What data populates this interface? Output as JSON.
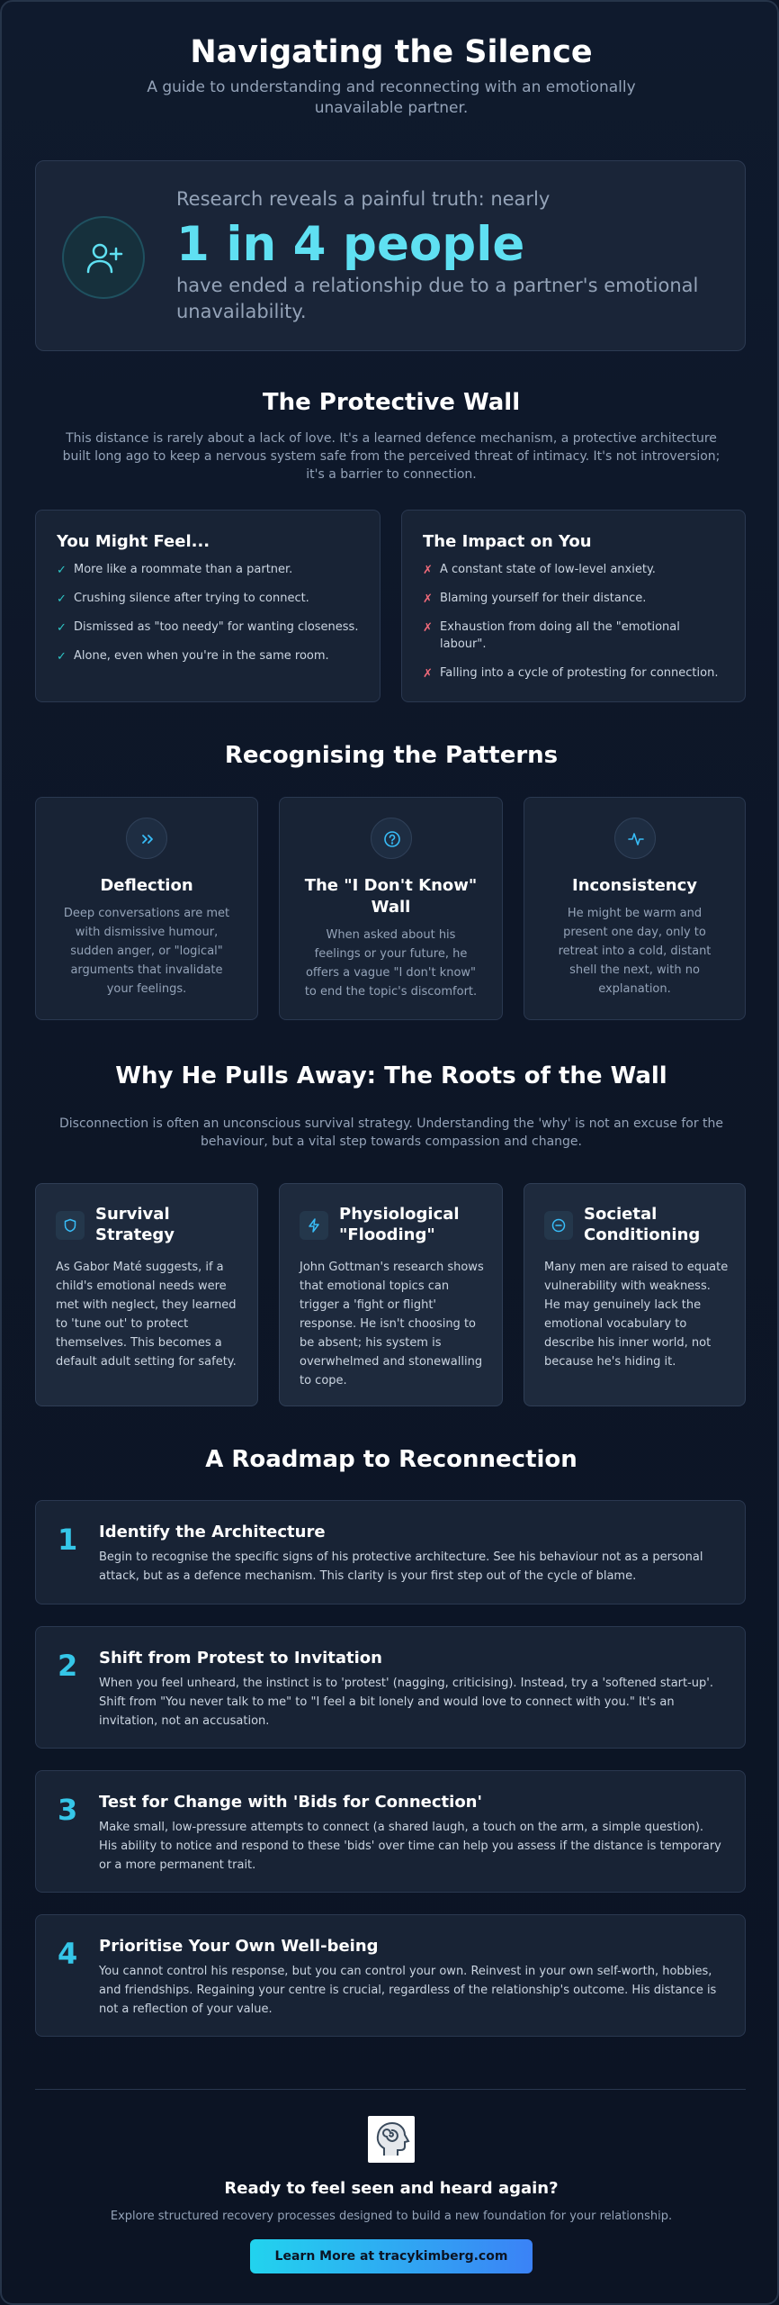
{
  "header": {
    "title": "Navigating the Silence",
    "subtitle": "A guide to understanding and reconnecting with an emotionally unavailable partner."
  },
  "stat": {
    "icon": "add-user-icon",
    "pre_text": "Research reveals a painful truth: nearly",
    "highlight": "1 in 4 people",
    "post_text": "have ended a relationship due to a partner's emotional unavailability."
  },
  "wall": {
    "title": "The Protective Wall",
    "description": "This distance is rarely about a lack of love. It's a learned defence mechanism, a protective architecture built long ago to keep a nervous system safe from the perceived threat of intimacy. It's not introversion; it's a barrier to connection.",
    "feel": {
      "title": "You Might Feel...",
      "items": [
        "More like a roommate than a partner.",
        "Crushing silence after trying to connect.",
        "Dismissed as \"too needy\" for wanting closeness.",
        "Alone, even when you're in the same room."
      ]
    },
    "impact": {
      "title": "The Impact on You",
      "items": [
        "A constant state of low-level anxiety.",
        "Blaming yourself for their distance.",
        "Exhaustion from doing all the \"emotional labour\".",
        "Falling into a cycle of protesting for connection."
      ]
    }
  },
  "patterns": {
    "title": "Recognising the Patterns",
    "items": [
      {
        "icon": "chevrons-right-icon",
        "title": "Deflection",
        "text": "Deep conversations are met with dismissive humour, sudden anger, or \"logical\" arguments that invalidate your feelings."
      },
      {
        "icon": "question-circle-icon",
        "title": "The \"I Don't Know\" Wall",
        "text": "When asked about his feelings or your future, he offers a vague \"I don't know\" to end the topic's discomfort."
      },
      {
        "icon": "activity-icon",
        "title": "Inconsistency",
        "text": "He might be warm and present one day, only to retreat into a cold, distant shell the next, with no explanation."
      }
    ]
  },
  "roots": {
    "title": "Why He Pulls Away: The Roots of the Wall",
    "description": "Disconnection is often an unconscious survival strategy. Understanding the 'why' is not an excuse for the behaviour, but a vital step towards compassion and change.",
    "items": [
      {
        "icon": "shield-icon",
        "title": "Survival Strategy",
        "text": "As Gabor Maté suggests, if a child's emotional needs were met with neglect, they learned to 'tune out' to protect themselves. This becomes a default adult setting for safety."
      },
      {
        "icon": "lightning-icon",
        "title": "Physiological \"Flooding\"",
        "text": "John Gottman's research shows that emotional topics can trigger a 'fight or flight' response. He isn't choosing to be absent; his system is overwhelmed and stonewalling to cope."
      },
      {
        "icon": "minus-circle-icon",
        "title": "Societal Conditioning",
        "text": "Many men are raised to equate vulnerability with weakness. He may genuinely lack the emotional vocabulary to describe his inner world, not because he's hiding it."
      }
    ]
  },
  "roadmap": {
    "title": "A Roadmap to Reconnection",
    "steps": [
      {
        "number": "1",
        "title": "Identify the Architecture",
        "text": "Begin to recognise the specific signs of his protective architecture. See his behaviour not as a personal attack, but as a defence mechanism. This clarity is your first step out of the cycle of blame."
      },
      {
        "number": "2",
        "title": "Shift from Protest to Invitation",
        "text": "When you feel unheard, the instinct is to 'protest' (nagging, criticising). Instead, try a 'softened start-up'. Shift from \"You never talk to me\" to \"I feel a bit lonely and would love to connect with you.\" It's an invitation, not an accusation."
      },
      {
        "number": "3",
        "title": "Test for Change with 'Bids for Connection'",
        "text": "Make small, low-pressure attempts to connect (a shared laugh, a touch on the arm, a simple question). His ability to notice and respond to these 'bids' over time can help you assess if the distance is temporary or a more permanent trait."
      },
      {
        "number": "4",
        "title": "Prioritise Your Own Well-being",
        "text": "You cannot control his response, but you can control your own. Reinvest in your own self-worth, hobbies, and friendships. Regaining your centre is crucial, regardless of the relationship's outcome. His distance is not a reflection of your value."
      }
    ]
  },
  "cta": {
    "logo": "head-spiral-logo",
    "title": "Ready to feel seen and heard again?",
    "subtitle": "Explore structured recovery processes designed to build a new foundation for your relationship.",
    "button": "Learn More at tracykimberg.com"
  },
  "colors": {
    "background": "#0c1526",
    "accent": "#5fe0f2",
    "check": "#2ec7c7",
    "cross": "#f06a7a"
  }
}
